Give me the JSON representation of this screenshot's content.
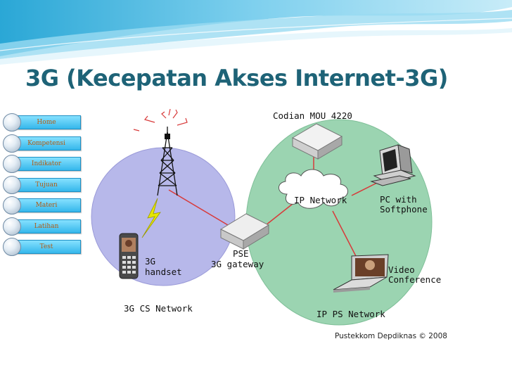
{
  "slide": {
    "title": "3G (Kecepatan Akses Internet-3G)",
    "accent_color": "#1e6377",
    "nav_button_color": "#5ac8f2",
    "nav_text_color": "#b25c14"
  },
  "nav": {
    "items": [
      {
        "label": "Home"
      },
      {
        "label": "Kompetensi"
      },
      {
        "label": "Indikator"
      },
      {
        "label": "Tujuan"
      },
      {
        "label": "Materi"
      },
      {
        "label": "Latihan"
      },
      {
        "label": "Test"
      }
    ]
  },
  "diagram": {
    "labels": {
      "codian": "Codian MOU 4220",
      "ip_network": "IP Network",
      "pc_line1": "PC with",
      "pc_line2": "Softphone",
      "handset_line1": "3G",
      "handset_line2": "handset",
      "pse_line1": "PSE",
      "pse_line2": "3G gateway",
      "video_line1": "Video",
      "video_line2": "Conference",
      "cs_network": "3G CS Network",
      "ps_network": "IP PS Network",
      "credit": "Pustekkom Depdiknas © 2008"
    },
    "icons": [
      "antenna-tower-icon",
      "lightning-icon",
      "phone-icon",
      "gateway-icon",
      "server-icon",
      "cloud-icon",
      "pc-icon",
      "laptop-icon"
    ],
    "colors": {
      "cs_network_fill": "#b7b8ea",
      "ps_network_fill": "#9bd4b1",
      "link_color": "#d83a3a"
    }
  }
}
